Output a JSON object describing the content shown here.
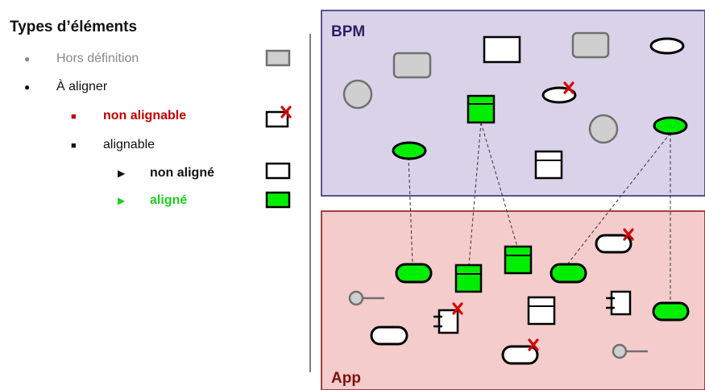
{
  "legend": {
    "title": "Types d’éléments",
    "items": {
      "hors_definition": "Hors définition",
      "a_aligner": "À aligner",
      "non_alignable": "non alignable",
      "alignable": "alignable",
      "non_aligne": "non aligné",
      "aligne": "aligné"
    },
    "bullets": {
      "dot": "●",
      "square": "■",
      "triangle": "▶"
    }
  },
  "panels": {
    "bpm": "BPM",
    "app": "App"
  },
  "colors": {
    "green": "#00ee00",
    "gray_fill": "#cfcfcf",
    "gray_stroke": "#707070",
    "red_cross": "#d40000",
    "bpm_bg": "#d9d2e9",
    "bpm_border": "#3b2a7a",
    "app_bg": "#f4cccc",
    "app_border": "#8b1a1a",
    "hors_text": "#888888",
    "non_alignable_text": "#c00000",
    "aligne_text": "#22cc22"
  }
}
